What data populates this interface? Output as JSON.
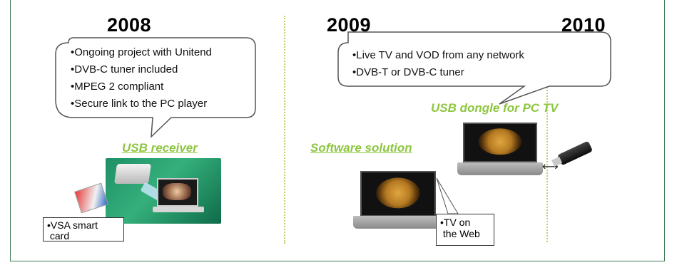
{
  "years": {
    "y2008": "2008",
    "y2009": "2009",
    "y2010": "2010"
  },
  "bubble_2008": {
    "items": [
      "Ongoing project with Unitend",
      "DVB-C tuner included",
      "MPEG 2 compliant",
      "Secure link to the PC player"
    ]
  },
  "bubble_2010": {
    "items": [
      "Live TV and VOD from any network",
      "DVB-T or DVB-C tuner"
    ]
  },
  "labels": {
    "usb_receiver": "USB receiver",
    "software_solution": "Software solution",
    "usb_dongle": "USB dongle for PC TV"
  },
  "notes": {
    "vsa_line1": "VSA smart",
    "vsa_line2": "card",
    "tv_line1": "TV on",
    "tv_line2": "the Web"
  },
  "colors": {
    "accent_green": "#8dc63f",
    "frame_green": "#3f7a55"
  }
}
